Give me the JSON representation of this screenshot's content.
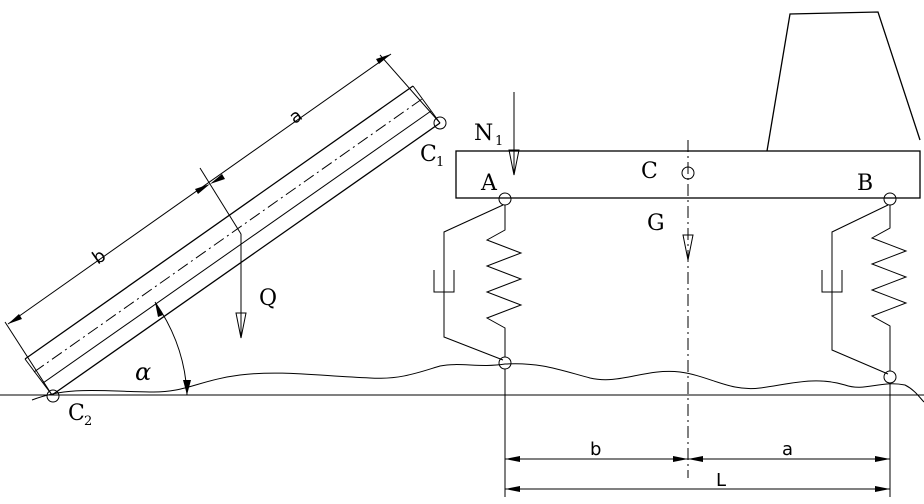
{
  "labels": {
    "point_a": "A",
    "point_b": "B",
    "point_c": "C",
    "point_c1": "C",
    "point_c1_sub": "1",
    "point_c2": "C",
    "point_c2_sub": "2",
    "force_n1": "N",
    "force_n1_sub": "1",
    "force_g": "G",
    "force_q": "Q",
    "angle_alpha": "α",
    "dim_a_boom": "a",
    "dim_b_boom": "b",
    "dim_a_base": "a",
    "dim_b_base": "b",
    "dim_l_base": "L"
  }
}
